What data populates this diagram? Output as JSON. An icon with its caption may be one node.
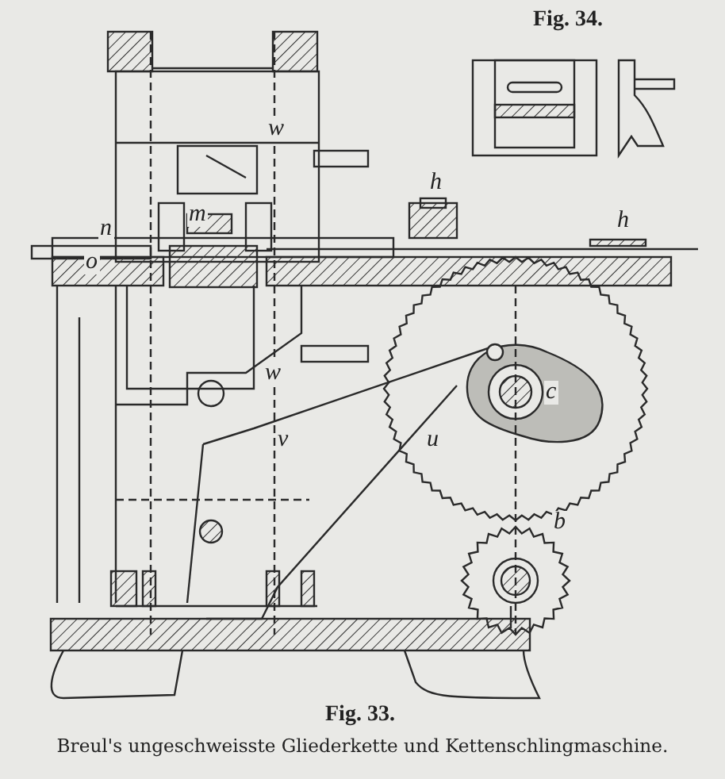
{
  "diagram": {
    "caption": "Breul's ungeschweisste Gliederkette und Kettenschlingmaschine.",
    "labels": [
      "Fig. 34.",
      "w",
      "n",
      "m",
      "h",
      "h",
      "o",
      "w",
      "c",
      "u",
      "v",
      "b",
      "Fig. 33."
    ]
  }
}
